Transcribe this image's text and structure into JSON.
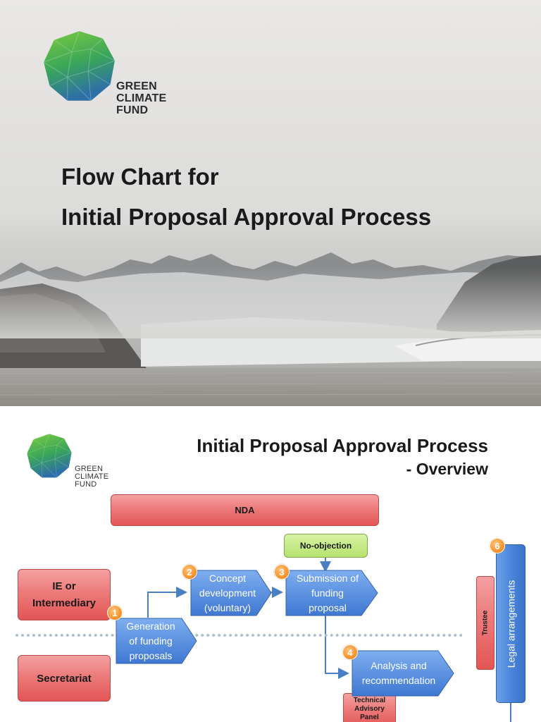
{
  "slide1": {
    "logo": {
      "lines": [
        "GREEN",
        "CLIMATE",
        "FUND"
      ]
    },
    "title": {
      "line1": "Flow Chart for",
      "line2": "Initial Proposal Approval Process"
    }
  },
  "slide2": {
    "logo": {
      "lines": [
        "GREEN",
        "CLIMATE",
        "FUND"
      ]
    },
    "title": "Initial Proposal Approval Process",
    "subtitle": "- Overview",
    "actors": {
      "nda": "NDA",
      "ie": [
        "IE or",
        "Intermediary"
      ],
      "secretariat": "Secretariat",
      "no_objection": "No-objection",
      "trustee": "Trustee",
      "tap": [
        "Technical",
        "Advisory",
        "Panel"
      ]
    },
    "steps": [
      {
        "number": "1",
        "lines": [
          "Generation",
          "of funding",
          "proposals"
        ]
      },
      {
        "number": "2",
        "lines": [
          "Concept",
          "development",
          "(voluntary)"
        ]
      },
      {
        "number": "3",
        "lines": [
          "Submission of",
          "funding",
          "proposal"
        ]
      },
      {
        "number": "4",
        "lines": [
          "Analysis and",
          "recommendation"
        ]
      },
      {
        "number": "6",
        "lines": [
          "Legal arrangements"
        ]
      }
    ],
    "colors": {
      "red": "#e35555",
      "green": "#b6e26e",
      "blue": "#4a86db",
      "badge": "#f7952f"
    }
  }
}
